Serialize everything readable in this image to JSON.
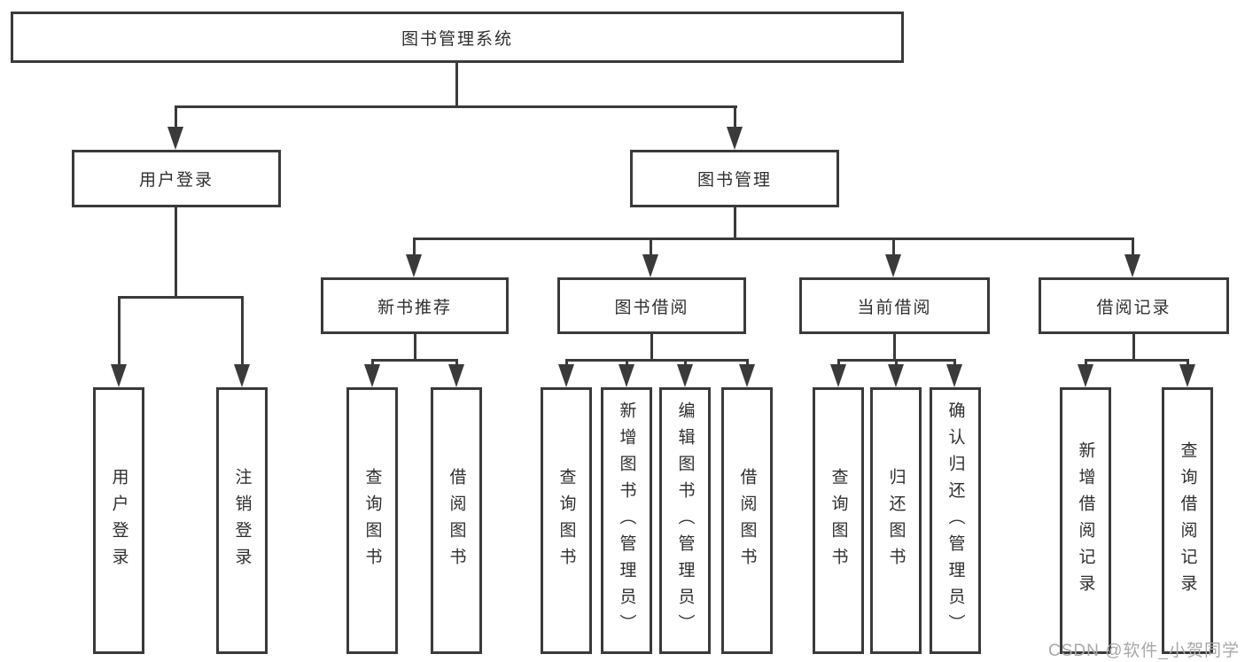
{
  "diagram": {
    "root": {
      "label": "图书管理系统"
    },
    "level2": [
      {
        "label": "用户登录"
      },
      {
        "label": "图书管理"
      }
    ],
    "level3": [
      {
        "label": "新书推荐"
      },
      {
        "label": "图书借阅"
      },
      {
        "label": "当前借阅"
      },
      {
        "label": "借阅记录"
      }
    ],
    "leaves": {
      "user_login": [
        {
          "label": "用户登录"
        },
        {
          "label": "注销登录"
        }
      ],
      "new_books": [
        {
          "label": "查询图书"
        },
        {
          "label": "借阅图书"
        }
      ],
      "borrow": [
        {
          "label": "查询图书"
        },
        {
          "label": "新增图书（管理员）"
        },
        {
          "label": "编辑图书（管理员）"
        },
        {
          "label": "借阅图书"
        }
      ],
      "current": [
        {
          "label": "查询图书"
        },
        {
          "label": "归还图书"
        },
        {
          "label": "确认归还（管理员）"
        }
      ],
      "records": [
        {
          "label": "新增借阅记录"
        },
        {
          "label": "查询借阅记录"
        }
      ]
    }
  },
  "watermark": {
    "text": "CSDN @软件_小贺同学"
  },
  "colors": {
    "line": "#3a3a3a",
    "text": "#2f2f2f",
    "watermark": "#a8a8a8",
    "background": "#ffffff"
  }
}
